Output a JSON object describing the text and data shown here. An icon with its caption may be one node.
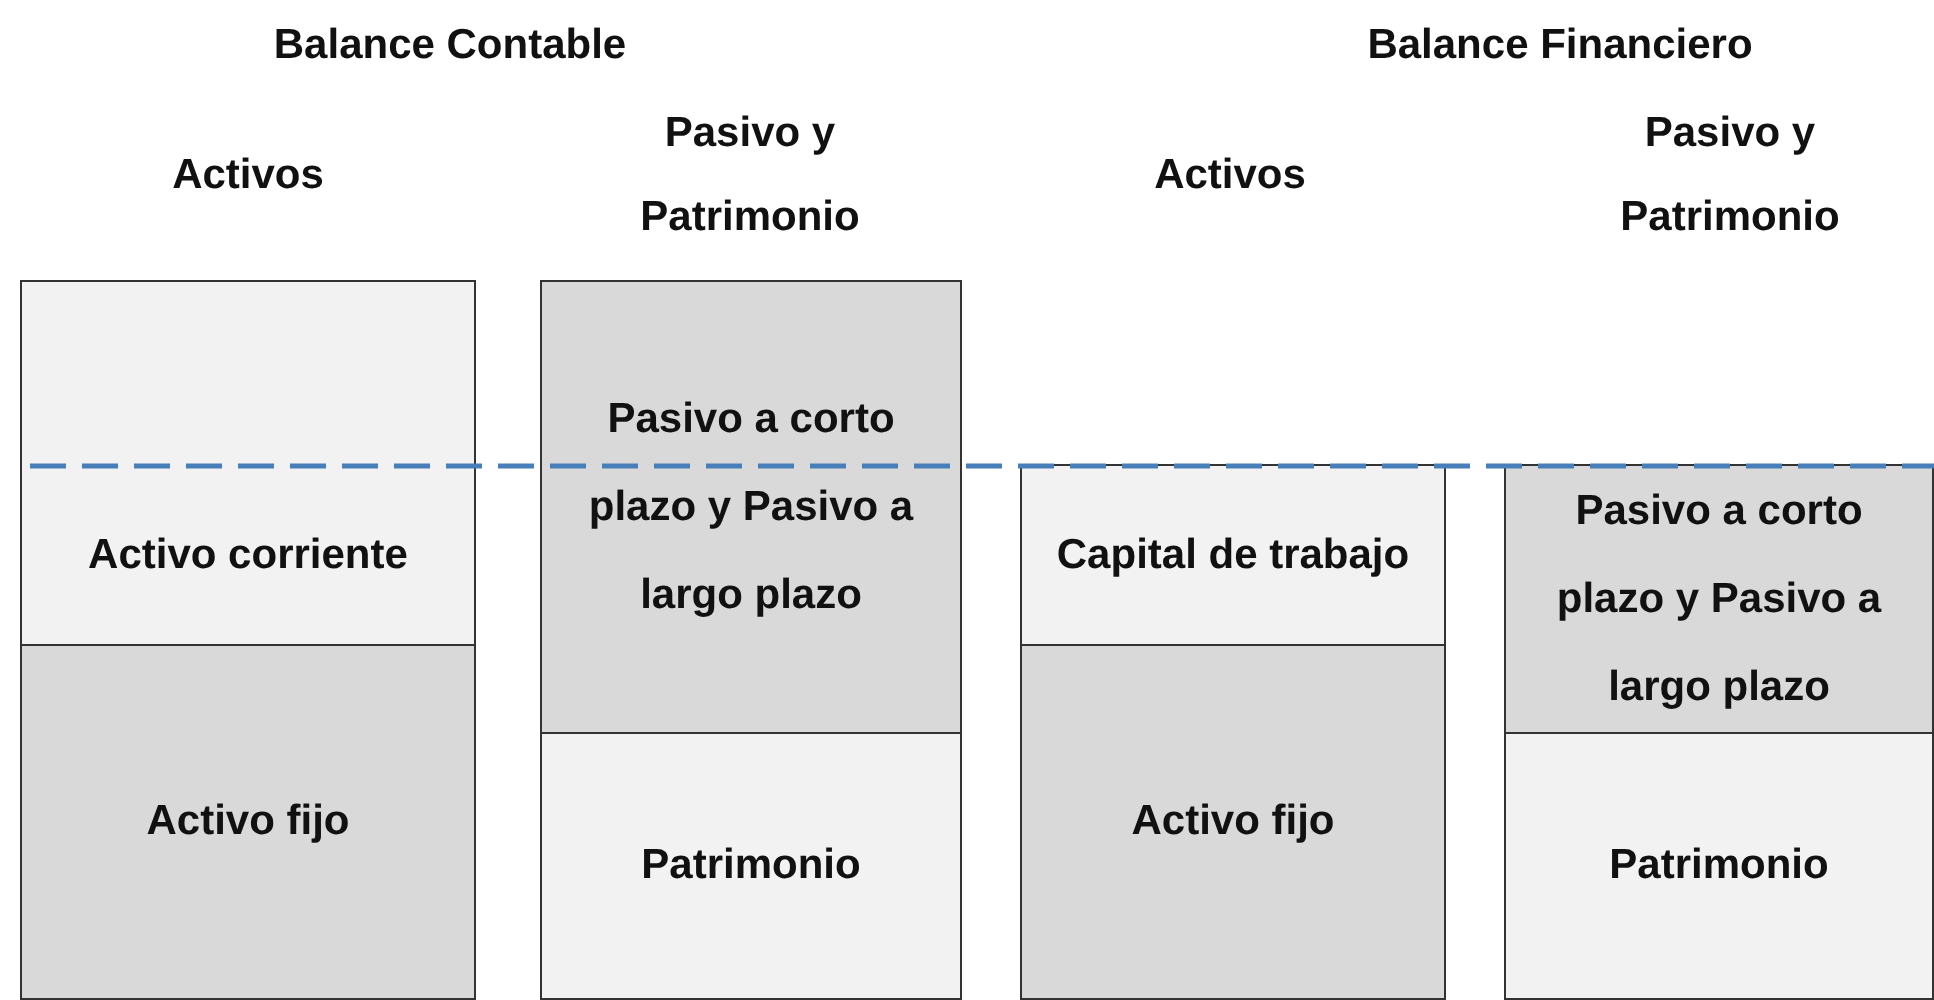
{
  "diagram": {
    "nodes": [
      {
        "text": [
          "Activo corriente"
        ]
      },
      {
        "text": [
          "Activo fijo"
        ]
      },
      {
        "text": [
          "Pasivo a corto plazo y Pasivo a largo plazo"
        ]
      },
      {
        "text": [
          "Patrimonio"
        ]
      },
      {
        "text": [
          "Capital de trabajo"
        ]
      },
      {
        "text": [
          "Activo fijo"
        ]
      },
      {
        "text": [
          "Pasivo a corto plazo y Pasivo a largo plazo"
        ]
      },
      {
        "text": [
          "Patrimonio"
        ]
      }
    ],
    "edges": [],
    "labels": [
      "Balance Contable",
      "Balance Financiero",
      "Activos",
      "Pasivo y Patrimonio",
      "Activos",
      "Pasivo y Patrimonio"
    ]
  }
}
